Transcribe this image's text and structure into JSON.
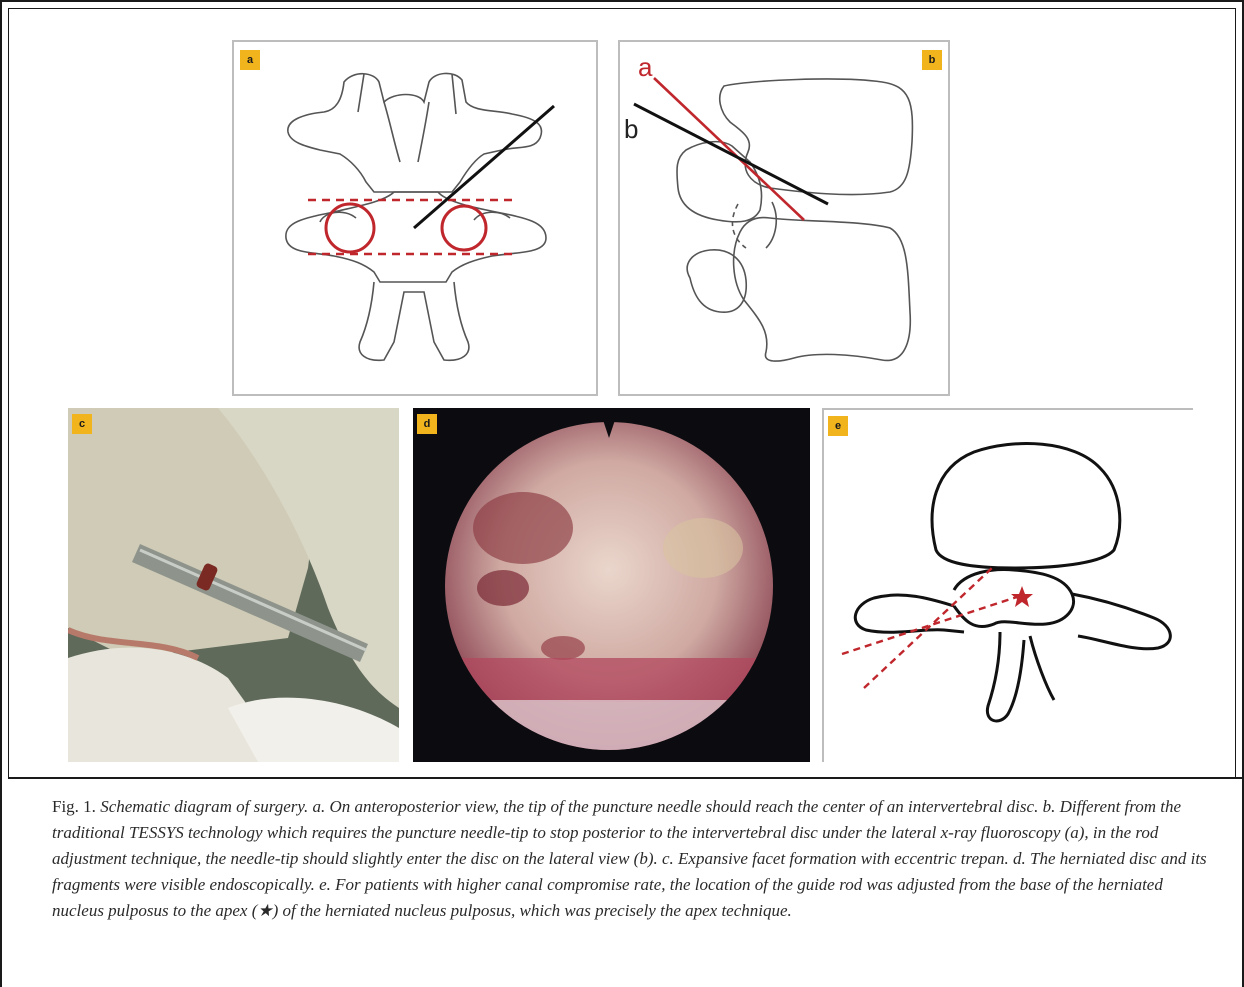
{
  "panels": {
    "a": {
      "tag": "a"
    },
    "b": {
      "tag": "b",
      "line_a_label": "a",
      "line_b_label": "b"
    },
    "c": {
      "tag": "c"
    },
    "d": {
      "tag": "d"
    },
    "e": {
      "tag": "e"
    }
  },
  "colors": {
    "tag_bg": "#f2b41c",
    "red_annotation": "#c0272d",
    "line_black": "#111111"
  },
  "caption": {
    "lead": "Fig. 1.",
    "text": "Schematic diagram of surgery. a. On anteroposterior view, the tip of the puncture needle should reach the center of an intervertebral disc. b. Different from the traditional TESSYS technology which requires the puncture needle-tip to stop posterior to the intervertebral disc under the lateral x-ray fluoroscopy (a), in the rod adjustment technique, the needle-tip should slightly enter the disc on the lateral view (b). c. Expansive facet formation with eccentric trepan. d. The herniated disc and its fragments were visible endoscopically. e. For patients with higher canal compromise rate, the location of the guide rod was adjusted from the base of the herniated nucleus pulposus to the apex (★) of the herniated nucleus pulposus, which was precisely the apex technique."
  }
}
